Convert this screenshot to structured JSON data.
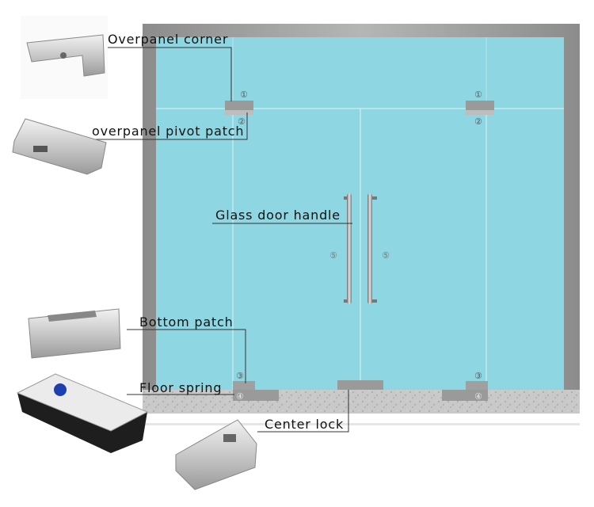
{
  "labels": {
    "overpanel_corner": "Overpanel corner",
    "overpanel_pivot_patch": "overpanel pivot patch",
    "glass_door_handle": "Glass door handle",
    "bottom_patch": "Bottom patch",
    "floor_spring": "Floor spring",
    "center_lock": "Center lock"
  },
  "markers": {
    "m1": "①",
    "m2": "②",
    "m3": "③",
    "m4": "④",
    "m5": "⑤"
  },
  "colors": {
    "glass": "#8ed6e2",
    "frame": "#a6a6a6",
    "floor": "#c9c9c9",
    "fitting": "#9a9a9a",
    "leader_line": "#333333"
  }
}
